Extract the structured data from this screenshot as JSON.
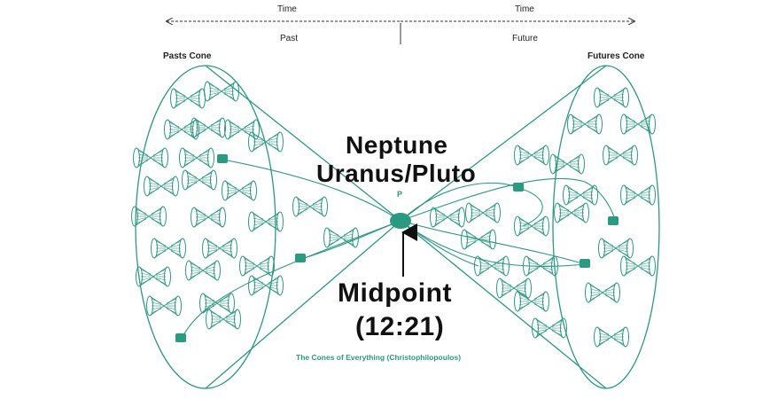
{
  "header": {
    "time_left": "Time",
    "time_right": "Time",
    "past": "Past",
    "future": "Future"
  },
  "cones": {
    "past_label": "Pasts Cone",
    "future_label": "Futures Cone"
  },
  "apex": {
    "line1": "Neptune",
    "line2": "Uranus/Pluto",
    "point_label": "P"
  },
  "midpoint": {
    "line1": "Midpoint",
    "line2": "(12:21)"
  },
  "caption": "The Cones of Everything (Christophilopoulos)",
  "colors": {
    "accent": "#2a9a82",
    "text": "#222222"
  }
}
